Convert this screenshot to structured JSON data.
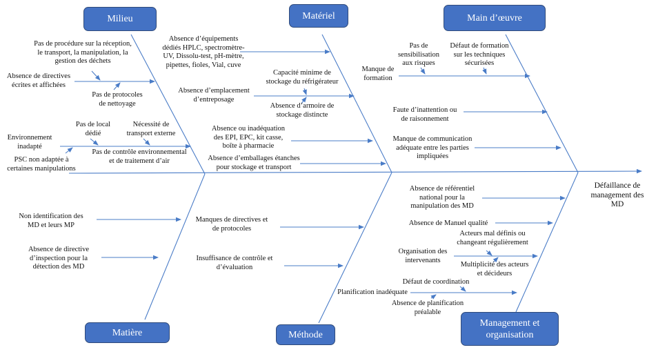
{
  "diagram": {
    "type": "fishbone",
    "effect": "Défaillance de\nmanagement des\nMD",
    "colors": {
      "box_fill": "#4472c4",
      "box_border": "#2f4a7a",
      "line": "#4a7cc7",
      "text": "#111111"
    },
    "categories": {
      "milieu": {
        "label": "Milieu",
        "causes": [
          {
            "label": "Absence de directives\nécrites et affichées",
            "subcauses": [
              "Pas de procédure sur la réception,\nle transport, la manipulation, la\ngestion des déchets",
              "Pas de protocoles\nde nettoyage"
            ]
          },
          {
            "label": "Environnement\ninadapté",
            "subcauses": [
              "Pas de local\ndédié",
              "Nécessité de\ntransport externe",
              "PSC non adaptée à\ncertaines manipulations",
              "Pas de contrôle environnemental\net de traitement d’air"
            ]
          }
        ]
      },
      "materiel": {
        "label": "Matériel",
        "causes": [
          {
            "label": "Absence d’équipements\ndédiés HPLC, spectromètre-\nUV, Dissolu-test, pH-mètre,\npipettes, fioles, Vial, cuve",
            "subcauses": []
          },
          {
            "label": "Absence d’emplacement\nd’entreposage",
            "subcauses": [
              "Capacité minime de\nstockage du réfrigérateur",
              "Absence d’armoire de\nstockage distincte"
            ]
          },
          {
            "label": "Absence ou inadéquation\ndes EPI, EPC, kit casse,\nboîte à pharmacie",
            "subcauses": []
          },
          {
            "label": "Absence d’emballages étanches\npour stockage et transport",
            "subcauses": []
          }
        ]
      },
      "main_oeuvre": {
        "label": "Main d’œuvre",
        "causes": [
          {
            "label": "Manque de\nformation",
            "subcauses": [
              "Pas de\nsensibilisation\naux risques",
              "Défaut de formation\nsur les techniques\nsécurisées"
            ]
          },
          {
            "label": "Faute d’inattention ou\nde raisonnement",
            "subcauses": []
          },
          {
            "label": "Manque de communication\nadéquate entre les parties\nimpliquées",
            "subcauses": []
          }
        ]
      },
      "matiere": {
        "label": "Matière",
        "causes": [
          {
            "label": "Non identification des\nMD et leurs MP",
            "subcauses": []
          },
          {
            "label": "Absence de directive\nd’inspection pour la\ndétection des MD",
            "subcauses": []
          }
        ]
      },
      "methode": {
        "label": "Méthode",
        "causes": [
          {
            "label": "Manques de directives et\nde protocoles",
            "subcauses": []
          },
          {
            "label": "Insuffisance de contrôle et\nd’évaluation",
            "subcauses": []
          }
        ]
      },
      "management": {
        "label": "Management et\norganisation",
        "causes": [
          {
            "label": "Absence de référentiel\nnational pour la\nmanipulation des MD",
            "subcauses": []
          },
          {
            "label": "Absence de Manuel qualité",
            "subcauses": []
          },
          {
            "label": "Organisation des\nintervenants",
            "subcauses": [
              "Acteurs mal définis ou\nchangeant régulièrement",
              "Multiplicité des acteurs\net décideurs"
            ]
          },
          {
            "label": "Planification inadéquate",
            "subcauses": [
              "Défaut de coordination",
              "Absence de planification\npréalable"
            ]
          }
        ]
      }
    }
  }
}
